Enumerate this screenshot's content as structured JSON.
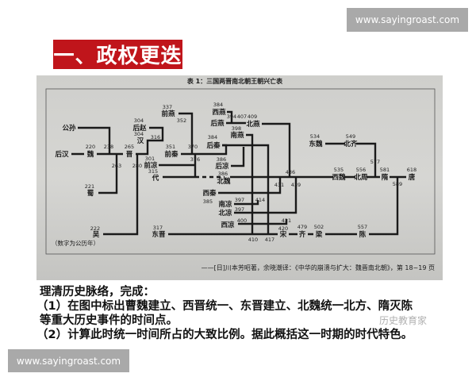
{
  "watermark": "www.sayingroast.com",
  "section_title": "一、政权更迭",
  "diagram": {
    "title": "表 1：三国两晋南北朝王朝兴亡表",
    "note": "（数字为公历年）",
    "source": "——[日]川本芳昭著，余晓潮译：《中华的崩溃与扩大：魏晋南北朝》，第 18~19 页",
    "nodes": [
      {
        "name": "公孙",
        "year": ""
      },
      {
        "name": "后汉",
        "year": ""
      },
      {
        "name": "魏",
        "year": "220"
      },
      {
        "name": "晋",
        "year": "265"
      },
      {
        "name": "蜀",
        "year": "221"
      },
      {
        "name": "吴",
        "year": "222"
      },
      {
        "name": "后赵",
        "year": "304"
      },
      {
        "name": "汉",
        "year": "304"
      },
      {
        "name": "前燕",
        "year": "337"
      },
      {
        "name": "前秦",
        "year": "351"
      },
      {
        "name": "前凉",
        "year": "301"
      },
      {
        "name": "代",
        "year": "315"
      },
      {
        "name": "北魏",
        "year": "386"
      },
      {
        "name": "后秦",
        "year": "384"
      },
      {
        "name": "后凉",
        "year": "386"
      },
      {
        "name": "西燕",
        "year": "384"
      },
      {
        "name": "后燕",
        "year": ""
      },
      {
        "name": "北燕",
        "year": ""
      },
      {
        "name": "南燕",
        "year": "398"
      },
      {
        "name": "西秦",
        "year": "385"
      },
      {
        "name": "南凉",
        "year": "397"
      },
      {
        "name": "北凉",
        "year": "397"
      },
      {
        "name": "西凉",
        "year": "400"
      },
      {
        "name": "东晋",
        "year": "317"
      },
      {
        "name": "宋",
        "year": "420"
      },
      {
        "name": "齐",
        "year": "479"
      },
      {
        "name": "梁",
        "year": "502"
      },
      {
        "name": "陈",
        "year": "557"
      },
      {
        "name": "东魏",
        "year": "534"
      },
      {
        "name": "北齐",
        "year": "549"
      },
      {
        "name": "西魏",
        "year": "535"
      },
      {
        "name": "北周",
        "year": "556"
      },
      {
        "name": "隋",
        "year": "581"
      },
      {
        "name": "唐",
        "year": "618"
      }
    ],
    "events": [
      "238",
      "263",
      "280",
      "316",
      "352",
      "370",
      "376",
      "394",
      "407",
      "409",
      "410",
      "414",
      "417",
      "421",
      "431",
      "436",
      "439",
      "577",
      "589"
    ]
  },
  "questions": {
    "intro": "理清历史脉络，完成：",
    "q1_line1": "（1）在图中标出曹魏建立、西晋统一、东晋建立、北魏统一北方、隋灭陈",
    "q1_line2": "等重大历史事件的时间点。",
    "q2": "（2）计算此时统一时间所占的大致比例。据此概括这一时期的时代特色。"
  },
  "account_watermark": "历史教育家"
}
